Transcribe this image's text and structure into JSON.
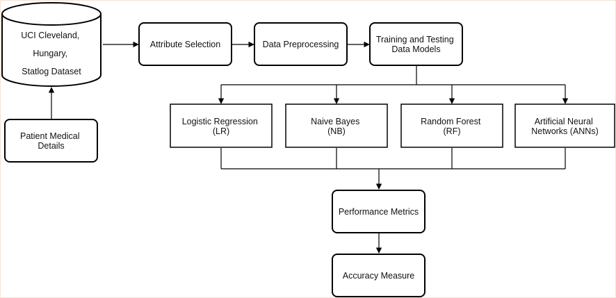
{
  "nodes": {
    "dataset": {
      "lines": [
        "UCI Cleveland,",
        "Hungary,",
        "Statlog Dataset"
      ]
    },
    "patient_details": {
      "lines": [
        "Patient Medical",
        "Details"
      ]
    },
    "attribute_selection": {
      "lines": [
        "Attribute Selection"
      ]
    },
    "data_preprocessing": {
      "lines": [
        "Data Preprocessing"
      ]
    },
    "training_testing": {
      "lines": [
        "Training and Testing",
        "Data Models"
      ]
    },
    "logistic_regression": {
      "lines": [
        "Logistic Regression",
        "(LR)"
      ]
    },
    "naive_bayes": {
      "lines": [
        "Naive Bayes",
        "(NB)"
      ]
    },
    "random_forest": {
      "lines": [
        "Random Forest",
        "(RF)"
      ]
    },
    "ann": {
      "lines": [
        "Artificial Neural",
        "Networks (ANNs)"
      ]
    },
    "performance_metrics": {
      "lines": [
        "Performance Metrics"
      ]
    },
    "accuracy_measure": {
      "lines": [
        "Accuracy Measure"
      ]
    }
  },
  "colors": {
    "stroke": "#000000",
    "fill": "#ffffff",
    "text": "#111111",
    "frame": "#f3e3cf"
  }
}
